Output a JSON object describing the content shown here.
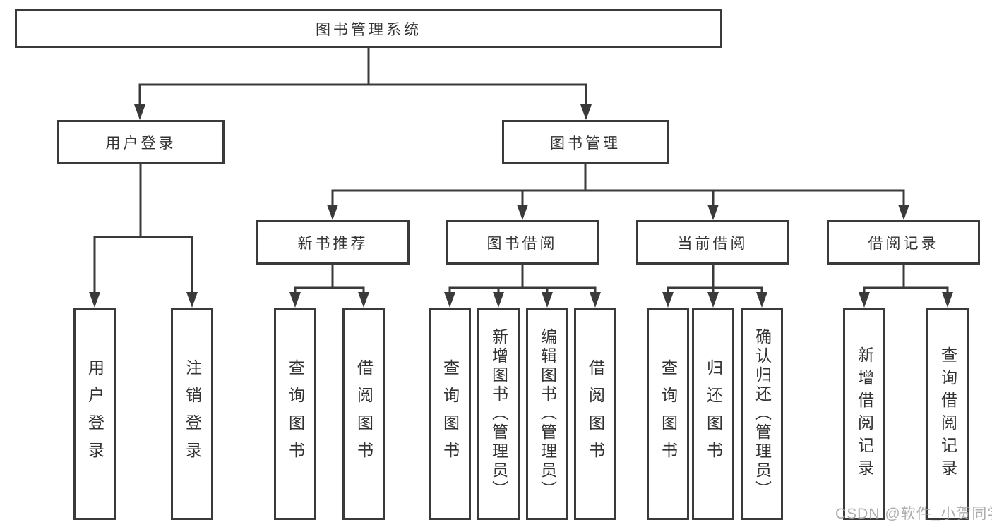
{
  "diagram": {
    "root_label": "图书管理系统",
    "level2": {
      "user_login": "用户登录",
      "book_management": "图书管理"
    },
    "level3": {
      "new_book_recommend": "新书推荐",
      "book_borrow": "图书借阅",
      "current_borrow": "当前借阅",
      "borrow_records": "借阅记录"
    },
    "leaves": {
      "user_login": "用户登录",
      "logout": "注销登录",
      "recommend_query_books": "查询图书",
      "recommend_borrow_books": "借阅图书",
      "borrow_query_books": "查询图书",
      "borrow_add_book_admin": "新增图书（管理员）",
      "borrow_edit_book_admin": "编辑图书（管理员）",
      "borrow_borrow_books": "借阅图书",
      "current_query_books": "查询图书",
      "current_return_books": "归还图书",
      "current_confirm_return_admin": "确认归还（管理员）",
      "records_add_record": "新增借阅记录",
      "records_query_record": "查询借阅记录"
    }
  },
  "watermark": "CSDN @软件_小贺同学",
  "colors": {
    "line": "#3a3a3a",
    "text": "#333333",
    "watermark": "#a4a4a4",
    "background": "#ffffff"
  }
}
